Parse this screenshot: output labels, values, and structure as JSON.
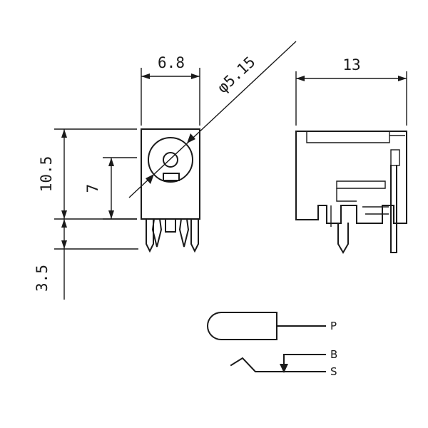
{
  "dimensions": {
    "front_width": "6.8",
    "hole_diameter": "φ5.15",
    "side_depth": "13",
    "body_height": "10.5",
    "inner_height": "7",
    "pin_length": "3.5"
  },
  "schematic": {
    "pin_p": "P",
    "pin_b": "B",
    "pin_s": "S"
  }
}
